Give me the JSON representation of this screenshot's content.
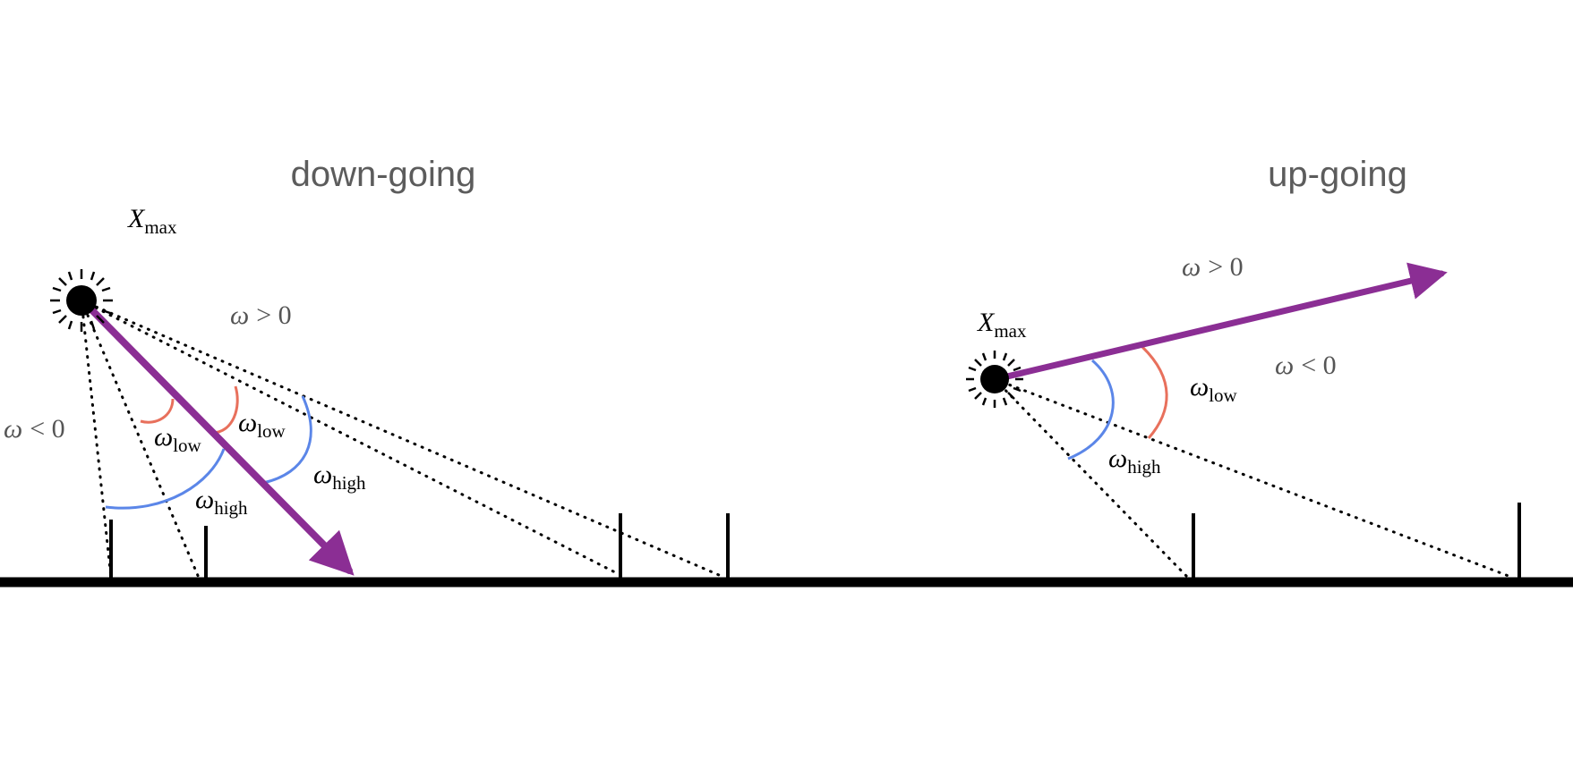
{
  "titles": {
    "down": "down-going",
    "up": "up-going"
  },
  "labels": {
    "xmax_base": "X",
    "xmax_sub": "max",
    "omega": "ω",
    "omega_pos": "> 0",
    "omega_neg": "< 0",
    "low_sub": "low",
    "high_sub": "high"
  },
  "colors": {
    "axis": "#8b2e94",
    "low_arc": "#e8705c",
    "high_arc": "#5b86e8",
    "ground": "#000000",
    "text_gray": "#555555"
  }
}
